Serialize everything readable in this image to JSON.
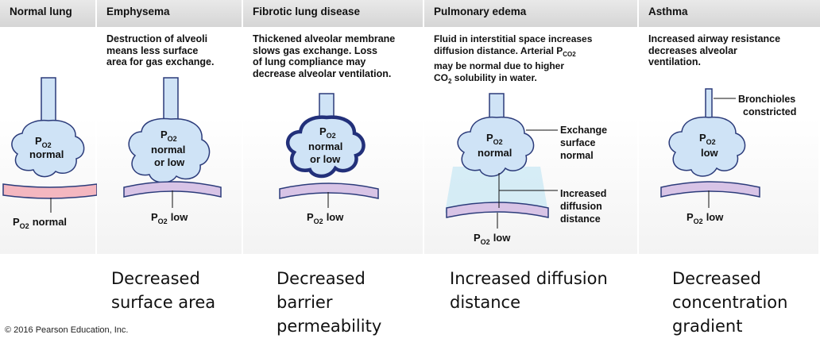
{
  "panels": [
    {
      "title": "Normal lung",
      "desc": [],
      "inside": [
        "P",
        "normal"
      ],
      "blood": "normal"
    },
    {
      "title": "Emphysema",
      "desc": [
        "Destruction of alveoli",
        "means less surface",
        "area for gas exchange."
      ],
      "inside": [
        "P",
        "normal",
        "or low"
      ],
      "blood": "low"
    },
    {
      "title": "Fibrotic lung disease",
      "desc": [
        "Thickened alveolar membrane",
        "slows gas exchange. Loss",
        "of lung compliance may",
        "decrease alveolar ventilation."
      ],
      "inside": [
        "P",
        "normal",
        "or low"
      ],
      "blood": "low"
    },
    {
      "title": "Pulmonary edema",
      "desc": [
        "Fluid in interstitial space increases",
        "diffusion distance. Arterial P",
        "may be normal due to higher",
        "solubility in water."
      ],
      "inside": [
        "P",
        "normal"
      ],
      "blood": "low",
      "desc_sub": "CO2",
      "desc_prefix": "CO",
      "callouts": {
        "exchange": [
          "Exchange",
          "surface",
          "normal"
        ],
        "diffusion": [
          "Increased",
          "diffusion",
          "distance"
        ]
      }
    },
    {
      "title": "Asthma",
      "desc": [
        "Increased airway resistance",
        "decreases alveolar",
        "ventilation."
      ],
      "inside": [
        "P",
        "low"
      ],
      "blood": "low",
      "callouts": {
        "bronchioles": [
          "Bronchioles",
          "constricted"
        ]
      }
    }
  ],
  "po2_sub": "O2",
  "captions": [
    [
      "Decreased",
      "surface area"
    ],
    [
      "Decreased",
      "barrier",
      "permeability"
    ],
    [
      "Increased diffusion",
      "distance"
    ],
    [
      "Decreased",
      "concentration",
      "gradient"
    ]
  ],
  "copyright": "© 2016 Pearson Education, Inc.",
  "colors": {
    "alveolus_fill": "#cfe3f6",
    "alveolus_stroke": "#2b3b7a",
    "vessel_fill": "#d8c4e6",
    "vessel_normal": "#f4b7c0",
    "edema_fluid": "#cfeaf4"
  }
}
